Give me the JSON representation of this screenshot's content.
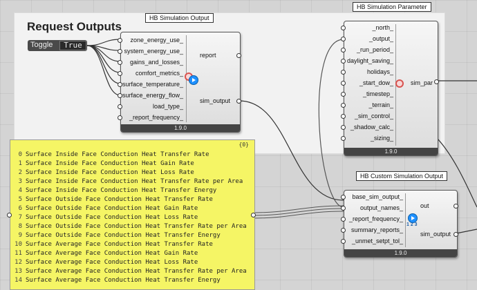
{
  "group": {
    "title": "Request Outputs"
  },
  "toggle": {
    "label": "Toggle",
    "value": "True"
  },
  "output_node": {
    "title": "HB Simulation Output",
    "version": "1.9.0",
    "inputs": [
      "zone_energy_use_",
      "system_energy_use_",
      "gains_and_losses_",
      "comfort_metrics_",
      "surface_temperature_",
      "surface_energy_flow_",
      "load_type_",
      "_report_frequency_"
    ],
    "outputs": [
      "report",
      "sim_output"
    ]
  },
  "param_node": {
    "title": "HB Simulation Parameter",
    "version": "1.9.0",
    "inputs": [
      "_north_",
      "_output_",
      "_run_period_",
      "daylight_saving_",
      "holidays_",
      "_start_dow_",
      "_timestep_",
      "_terrain_",
      "_sim_control_",
      "_shadow_calc_",
      "_sizing_"
    ],
    "outputs": [
      "sim_par"
    ]
  },
  "custom_node": {
    "title": "HB Custom Simulation Output",
    "version": "1.9.0",
    "badge": "1 2 3",
    "inputs": [
      "base_sim_output_",
      "output_names_",
      "_report_frequency_",
      "summary_reports_",
      "_unmet_setpt_tol_"
    ],
    "outputs": [
      "out",
      "sim_output"
    ]
  },
  "panel": {
    "header": "{0}",
    "rows": [
      {
        "index": "0",
        "text": "Surface Inside Face Conduction Heat Transfer Rate"
      },
      {
        "index": "1",
        "text": "Surface Inside Face Conduction Heat Gain Rate"
      },
      {
        "index": "2",
        "text": "Surface Inside Face Conduction Heat Loss Rate"
      },
      {
        "index": "3",
        "text": "Surface Inside Face Conduction Heat Transfer Rate per Area"
      },
      {
        "index": "4",
        "text": "Surface Inside Face Conduction Heat Transfer Energy"
      },
      {
        "index": "5",
        "text": "Surface Outside Face Conduction Heat Transfer Rate"
      },
      {
        "index": "6",
        "text": "Surface Outside Face Conduction Heat Gain Rate"
      },
      {
        "index": "7",
        "text": "Surface Outside Face Conduction Heat Loss Rate"
      },
      {
        "index": "8",
        "text": "Surface Outside Face Conduction Heat Transfer Rate per Area"
      },
      {
        "index": "9",
        "text": "Surface Outside Face Conduction Heat Transfer Energy"
      },
      {
        "index": "10",
        "text": "Surface Average Face Conduction Heat Transfer Rate"
      },
      {
        "index": "11",
        "text": "Surface Average Face Conduction Heat Gain Rate"
      },
      {
        "index": "12",
        "text": "Surface Average Face Conduction Heat Loss Rate"
      },
      {
        "index": "13",
        "text": "Surface Average Face Conduction Heat Transfer Rate per Area"
      },
      {
        "index": "14",
        "text": "Surface Average Face Conduction Heat Transfer Energy"
      }
    ]
  },
  "colors": {
    "panel": "#f5f565",
    "canvas": "#d4d4d4",
    "group": "#f2f2f2",
    "play": "#1e90ff"
  }
}
